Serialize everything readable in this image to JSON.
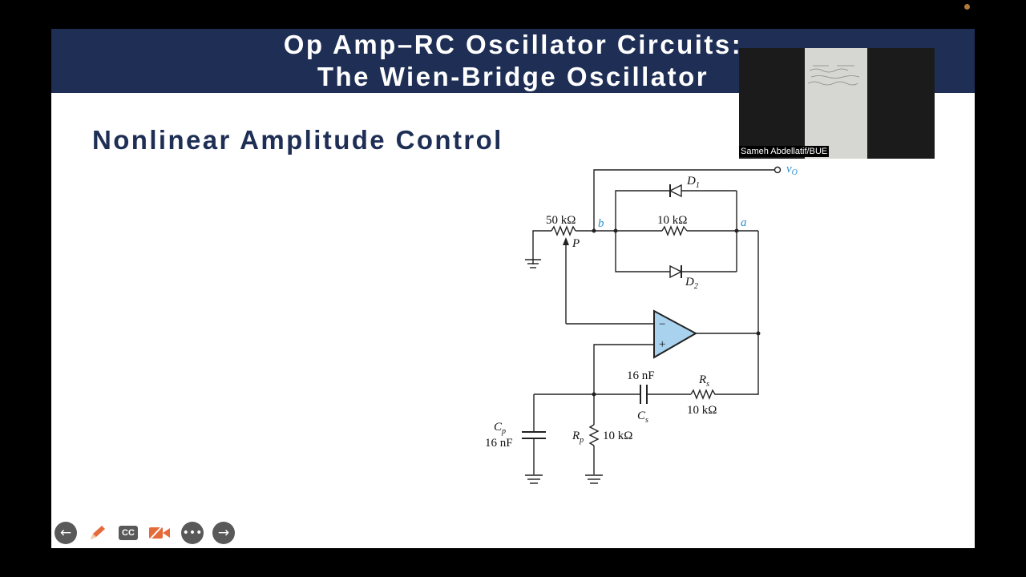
{
  "slide": {
    "title_line1": "Op Amp–RC Oscillator Circuits:",
    "title_line2": "The Wien-Bridge Oscillator",
    "subtitle": "Nonlinear Amplitude Control"
  },
  "circuit": {
    "output_label": "v",
    "output_subscript": "O",
    "node_b": "b",
    "node_a": "a",
    "pot_value": "50 kΩ",
    "pot_wiper": "P",
    "r_bridge": "10 kΩ",
    "d1": "D",
    "d1_sub": "1",
    "d2": "D",
    "d2_sub": "2",
    "opamp_minus": "−",
    "opamp_plus": "+",
    "cs_value": "16 nF",
    "cs_name": "C",
    "cs_sub": "s",
    "rs_name": "R",
    "rs_sub": "s",
    "rs_value": "10 kΩ",
    "cp_name": "C",
    "cp_sub": "p",
    "cp_value": "16 nF",
    "rp_name": "R",
    "rp_sub": "p",
    "rp_value": "10 kΩ"
  },
  "video": {
    "participant_name": "Sameh Abdellatif/BUE"
  },
  "controls": {
    "prev_icon": "arrow-left-icon",
    "pen_icon": "pen-icon",
    "cc_label": "CC",
    "camera_icon": "video-camera-icon",
    "more_icon": "more-icon",
    "next_icon": "arrow-right-icon"
  },
  "colors": {
    "header_bg": "#1e2e55",
    "opamp_fill": "#a9d2ef",
    "node_label": "#2a8fd0"
  }
}
